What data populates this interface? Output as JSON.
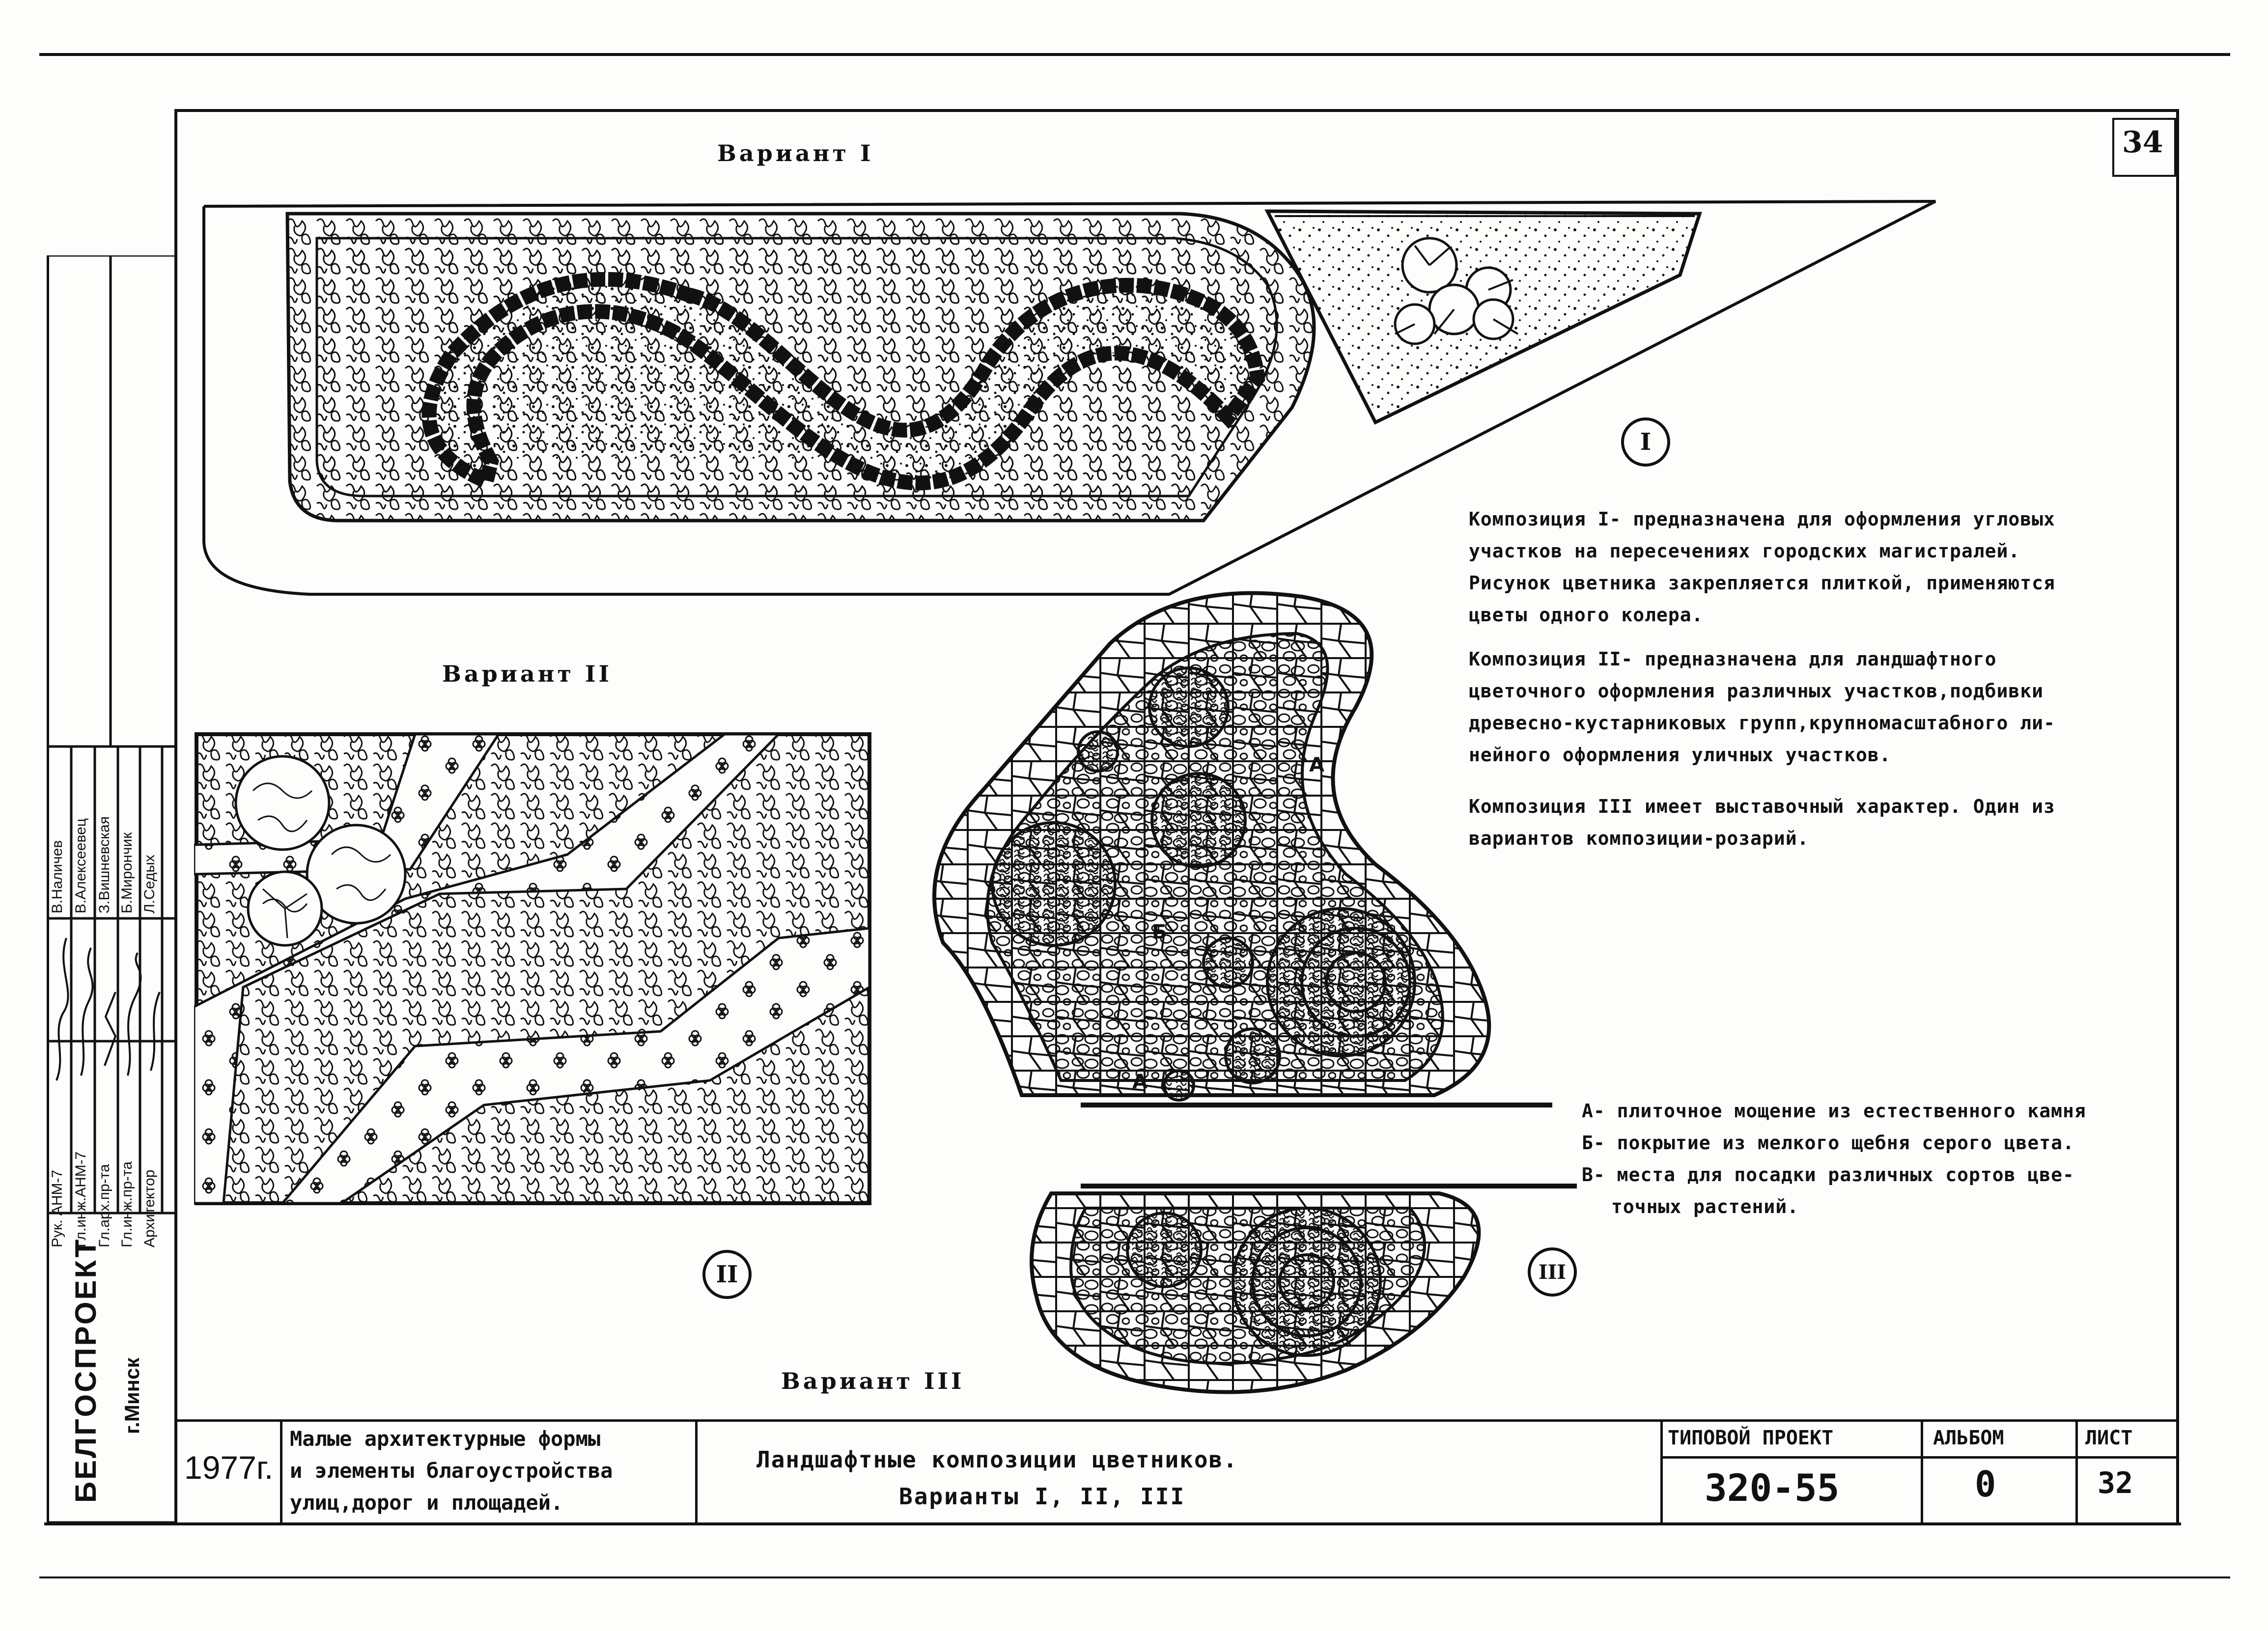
{
  "sheet_number_top": "34",
  "variant_1": {
    "title": "Вариант I",
    "marker": "I"
  },
  "variant_2": {
    "title": "Вариант II",
    "marker": "II"
  },
  "variant_3": {
    "title": "Вариант III",
    "marker": "III"
  },
  "bed_labels": {
    "a1": "А",
    "a2": "А",
    "b": "Б"
  },
  "description": [
    "Композиция I- предназначена для оформления угловых",
    "участков на пересечениях городских магистралей.",
    "Рисунок цветника закрепляется плиткой, применяются",
    "цветы одного колера.",
    "Композиция II- предназначена для ландшафтного",
    "цветочного оформления различных участков,подбивки",
    "древесно-кустарниковых групп,крупномасштабного ли-",
    "нейного оформления уличных участков.",
    "Композиция III имеет выставочный характер. Один из",
    "вариантов композиции-розарий."
  ],
  "legend": [
    "А- плиточное мощение из естественного камня",
    "Б- покрытие из мелкого щебня серого цвета.",
    "В- места для посадки различных сортов цве-",
    "точных растений."
  ],
  "side_block": {
    "org": "БЕЛГОСПРОЕКТ",
    "city": "г.Минск",
    "roles": [
      "Рук. АНМ-7",
      "Гл.инж.АНМ-7",
      "Гл.арх.пр-та",
      "Гл.инж.пр-та",
      "Архитектор"
    ],
    "names": [
      "В.Наличев",
      "В.Алексеевец",
      "З.Вишневская",
      "Б.Мирончик",
      "Л.Седых"
    ]
  },
  "title_block": {
    "year": "1977г.",
    "subject_lines": [
      "Малые архитектурные формы",
      "и элементы благоустройства",
      "улиц,дорог и площадей."
    ],
    "sheet_title_line1": "Ландшафтные композиции цветников.",
    "sheet_title_line2": "Варианты I, II, III",
    "project_label": "ТИПОВОЙ ПРОЕКТ",
    "project_number": "320-55",
    "album_label": "АЛЬБОМ",
    "album_value": "0",
    "sheet_label": "ЛИСТ",
    "sheet_value": "32"
  }
}
